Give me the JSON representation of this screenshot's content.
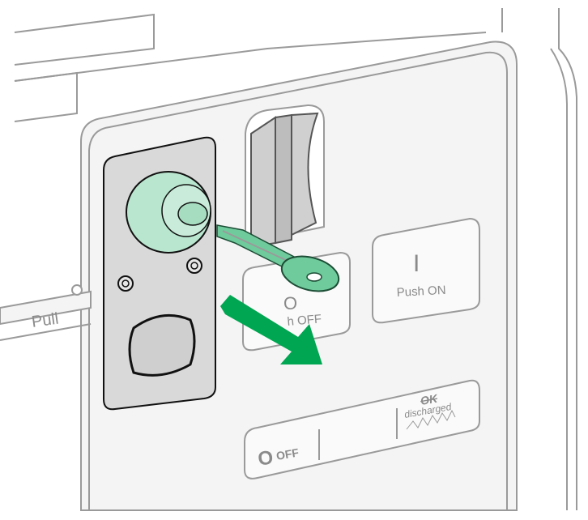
{
  "labels": {
    "pull": "Pull",
    "push_on_symbol": "I",
    "push_on": "Push ON",
    "push_off_symbol": "O",
    "push_off": "h OFF",
    "status_off_symbol": "O",
    "status_off": "OFF",
    "spring_ok": "OK",
    "spring_discharged": "discharged"
  },
  "colors": {
    "panel": "#f2f2f2",
    "outline": "#9a9a9a",
    "lock_plate": "#d9d9d9",
    "lock_cylinder": "#b9e6cf",
    "key": "#6fcb9c",
    "arrow": "#00a651"
  },
  "icons": {
    "key": "key-icon",
    "lock": "keylock-icon",
    "arrow": "direction-arrow-icon"
  }
}
